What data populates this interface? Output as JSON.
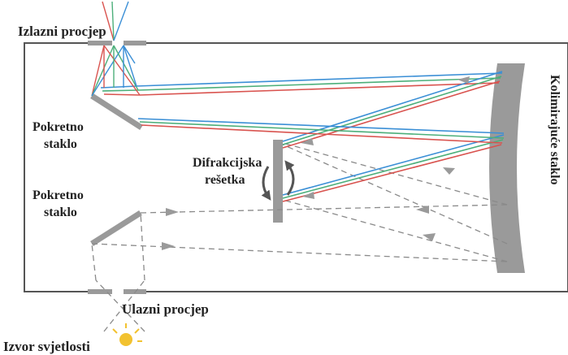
{
  "labels": {
    "exit_slit": "Izlazni procjep",
    "movable_mirror_top_line1": "Pokretno",
    "movable_mirror_top_line2": "staklo",
    "grating_line1": "Difrakcijska",
    "grating_line2": "rešetka",
    "movable_mirror_bottom_line1": "Pokretno",
    "movable_mirror_bottom_line2": "staklo",
    "entrance_slit": "Ulazni procjep",
    "light_source": "Izvor svjetlosti",
    "collimating_mirror": "Kolimirajuće staklo"
  },
  "colors": {
    "frame": "#555555",
    "optic_gray": "#9a9a9a",
    "ray_red": "#d9534f",
    "ray_green": "#4caf7a",
    "ray_blue": "#3b8fd6",
    "ray_white_light": "#8a8a8a",
    "bulb": "#f2c230"
  }
}
